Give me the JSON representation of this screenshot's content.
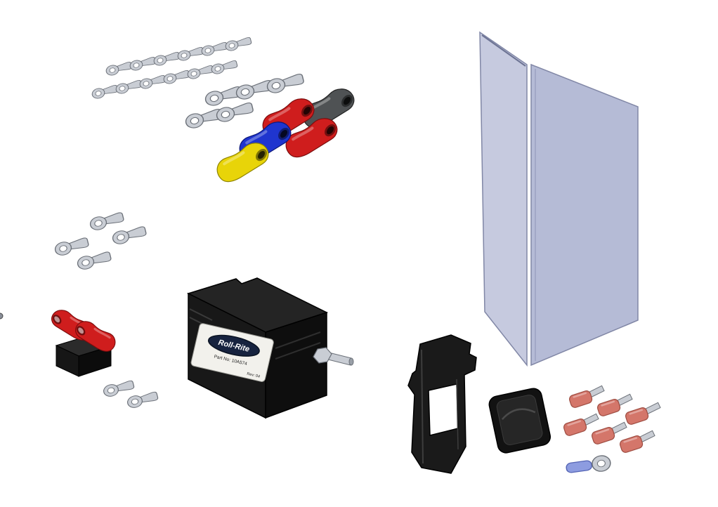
{
  "page": {
    "description": "Exploded parts diagram: Roll-Rite tarp control module kit with ring terminals, colored terminal boots, battery terminal covers, cover panel, mounting bracket, rocker switch and quick-disconnect terminals",
    "background": "#ffffff"
  },
  "colors": {
    "terminal_silver": "#c9cdd4",
    "terminal_outline": "#6b7078",
    "boot_red": "#cf1d1d",
    "boot_blue": "#1f35cf",
    "boot_yellow": "#e8d409",
    "boot_gray": "#4f5254",
    "battery_block_top": "#2b2b2b",
    "battery_block_front": "#161616",
    "battery_block_side": "#0c0c0c",
    "module_top": "#242424",
    "module_front": "#181818",
    "module_side": "#0e0e0e",
    "label_bg": "#f2f1ec",
    "logo_navy": "#17233f",
    "panel_left": "#c6cadf",
    "panel_right": "#b5bbd6",
    "panel_edge": "#8187a6",
    "bracket_black": "#1a1a1a",
    "switch_black": "#121212",
    "switch_rocker": "#262626",
    "spade_red": "#d4766a",
    "spade_outline": "#9e4d42",
    "blue_sleeve": "#8d9ce0"
  },
  "module_label": {
    "brand": "Roll-Rite",
    "part_no": "Part No: 10A574",
    "rev": "Rev: 04"
  },
  "inventory": {
    "small_ring_terminals": 12,
    "large_ring_terminals": 5,
    "mid_ring_terminals": 4,
    "lower_ring_terminals": 2,
    "terminal_boots": [
      "red",
      "red",
      "blue",
      "yellow",
      "gray"
    ],
    "battery_terminal_covers": 2,
    "control_module": 1,
    "cover_panel": 1,
    "mounting_bracket": 1,
    "rocker_switch": 1,
    "quick_disconnect_terminals": 6,
    "blue_ring_terminal": 1
  }
}
